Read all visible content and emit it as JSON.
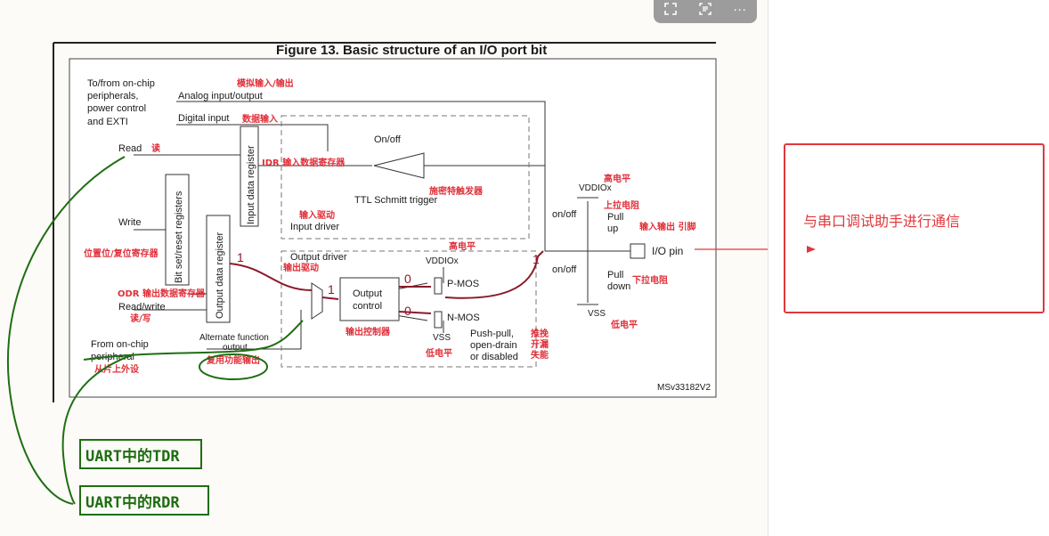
{
  "toolbar": {
    "btn1_icon": "expand-icon",
    "btn2_icon": "text-scan-icon",
    "more_label": "···"
  },
  "figure": {
    "title": "Figure 13. Basic structure of an I/O port bit",
    "code": "MSv33182V2",
    "labels": {
      "onchip1": "To/from on-chip",
      "onchip2": "peripherals,",
      "onchip3": "power control",
      "onchip4": "and EXTI",
      "analog": "Analog input/output",
      "digital": "Digital input",
      "read": "Read",
      "write": "Write",
      "readwrite": "Read/write",
      "fromchip1": "From on-chip",
      "fromchip2": "peripheral",
      "onoff_top": "On/off",
      "ttl": "TTL Schmitt trigger",
      "input_driver": "Input driver",
      "output_driver": "Output driver",
      "output_control1": "Output",
      "output_control2": "control",
      "pmos": "P-MOS",
      "nmos": "N-MOS",
      "pushpull1": "Push-pull,",
      "pushpull2": "open-drain",
      "pushpull3": "or disabled",
      "alt1": "Alternate function",
      "alt2": "output",
      "io_pin": "I/O pin",
      "onoff_up": "on/off",
      "onoff_down": "on/off",
      "pull1": "Pull",
      "up": "up",
      "pull2": "Pull",
      "down": "down",
      "vddiox": "VDDIOx",
      "vddiox2": "VDDIOx",
      "vss": "VSS",
      "vss2": "VSS",
      "bitset": "Bit set/reset registers",
      "inputdata": "Input data register",
      "outputdata": "Output data register"
    },
    "annotations": {
      "analog_cn": "模拟输入/输出",
      "digital_cn": "数据输入",
      "read_cn": "读",
      "idr_cn": "IDR 输入数据寄存器",
      "schmitt_cn": "施密特触发器",
      "input_driver_cn": "输入驱动",
      "high_cn": "高电平",
      "pullup_cn": "上拉电阻",
      "io_cn": "输入输出 引脚",
      "high2_cn": "高电平",
      "bitset_cn": "位置位/复位寄存器",
      "output_driver_cn": "输出驱动",
      "odr_cn": "ODR 输出数据寄存器",
      "rw_cn": "读/写",
      "output_ctrl_cn": "输出控制器",
      "low_cn": "低电平",
      "pushpull_cn1": "推挽",
      "pushpull_cn2": "开漏",
      "pushpull_cn3": "失能",
      "pulldown_cn": "下拉电阻",
      "low2_cn": "低电平",
      "alt_cn": "复用功能输出",
      "peripheral_cn": "从片上外设"
    },
    "handwriting": {
      "tdr": "UART中的TDR",
      "rdr": "UART中的RDR",
      "one_a": "1",
      "one_b": "1",
      "one_c": "1",
      "zero_a": "0",
      "zero_b": "0"
    }
  },
  "note": {
    "text": "与串口调试助手进行通信"
  },
  "colors": {
    "annotation_red": "#e0303a",
    "handwriting_green": "#1f6e12",
    "box_border": "#e0383c"
  }
}
